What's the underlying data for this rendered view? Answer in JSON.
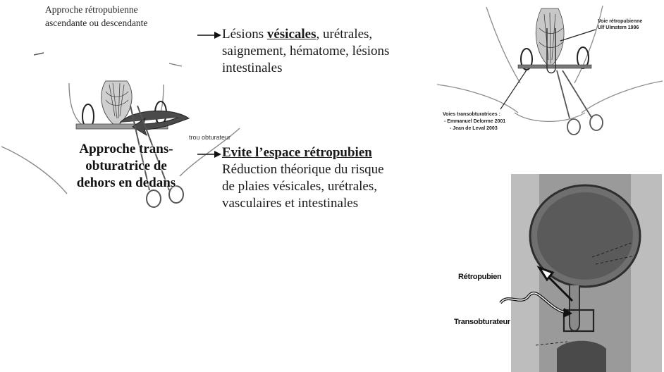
{
  "retropubic_approach": {
    "line1": "Approche rétropubienne",
    "line2": "ascendante ou descendante"
  },
  "retropubic_consequences": {
    "prefix": "Lésions ",
    "highlight": "vésicales",
    "suffix": ", urétrales,",
    "line2": "saignement, hématome, lésions",
    "line3": "intestinales"
  },
  "transobturator_approach": {
    "line1": "Approche trans-",
    "line2": "obturatrice de",
    "line3": "dehors en dedans",
    "hole_label": "trou obturateur"
  },
  "transobturator_benefits": {
    "heading": "Evite l’espace rétropubien",
    "line1": "Réduction théorique du risque",
    "line2": "de plaies vésicales, urétrales,",
    "line3": "vasculaires et intestinales"
  },
  "top_right_figure": {
    "retro_label_1": "Voie rétropubienne",
    "retro_label_2": "Ulf Ulmstem 1996",
    "trans_label_1": "Voies transobturatrices :",
    "trans_label_2": "- Emmanuel Delorme 2001",
    "trans_label_3": "- Jean de Leval 2003"
  },
  "bottom_right_figure": {
    "label_retro": "Rétropubien",
    "label_trans": "Transobturateur"
  }
}
